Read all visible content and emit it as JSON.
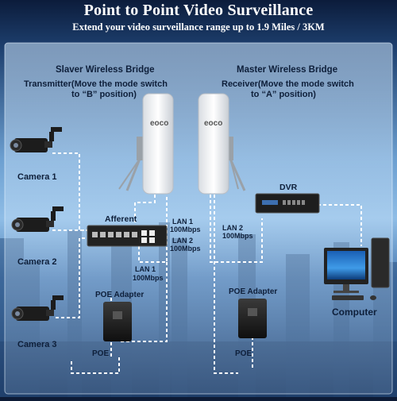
{
  "title": "Point to Point Video Surveillance",
  "subtitle": "Extend your video surveillance range up to 1.9 Miles / 3KM",
  "slaver": {
    "name": "Slaver Wireless Bridge",
    "role_line1": "Transmitter(Move the mode switch",
    "role_line2": "to “B” position)"
  },
  "master": {
    "name": "Master Wireless Bridge",
    "role_line1": "Receiver(Move the mode switch",
    "role_line2": "to “A” position)"
  },
  "brand_logo": "eoco",
  "cameras": [
    "Camera 1",
    "Camera 2",
    "Camera 3"
  ],
  "switch_label": "Afferent",
  "dvr_label": "DVR",
  "computer_label": "Computer",
  "poe_adapter_label": "POE Adapter",
  "poe_label": "POE",
  "lan": {
    "lan1": "LAN 1",
    "lan2": "LAN 2",
    "speed": "100Mbps"
  },
  "colors": {
    "sky_top": "#1d3f6e",
    "sky_mid": "#7fb2e0",
    "city": "#2a4f7e",
    "cable": "#ffffff",
    "label_dark": "#0e1f3a"
  }
}
